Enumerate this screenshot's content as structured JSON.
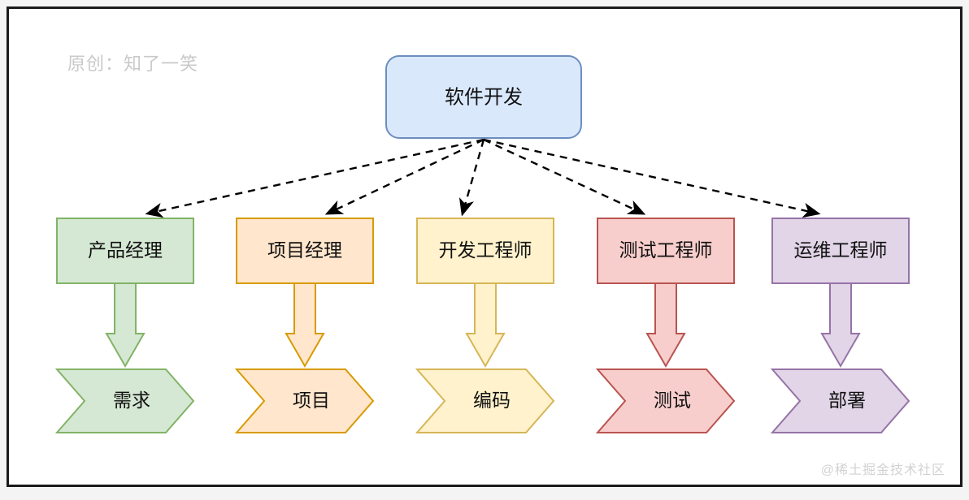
{
  "meta": {
    "watermark_top_left": "原创：知了一笑",
    "watermark_bottom_right": "@稀土掘金技术社区"
  },
  "diagram": {
    "type": "hierarchy-flow",
    "root": {
      "id": "root",
      "label": "软件开发",
      "shape": "rounded-rect",
      "fill": "#dae8fc",
      "stroke": "#6c8ebf"
    },
    "connector_style": {
      "root_to_role": "dashed-arrow",
      "dash_color": "#000000",
      "role_to_stage": "block-arrow"
    },
    "columns": [
      {
        "id": "col-product",
        "role": {
          "label": "产品经理",
          "shape": "rect",
          "fill": "#d5e8d4",
          "stroke": "#82b366"
        },
        "stage": {
          "label": "需求",
          "shape": "chevron",
          "fill": "#d5e8d4",
          "stroke": "#82b366"
        },
        "arrow": {
          "fill": "#d5e8d4",
          "stroke": "#82b366"
        }
      },
      {
        "id": "col-project",
        "role": {
          "label": "项目经理",
          "shape": "rect",
          "fill": "#ffe6cc",
          "stroke": "#d79b00"
        },
        "stage": {
          "label": "项目",
          "shape": "chevron",
          "fill": "#ffe6cc",
          "stroke": "#d79b00"
        },
        "arrow": {
          "fill": "#ffe6cc",
          "stroke": "#d79b00"
        }
      },
      {
        "id": "col-dev",
        "role": {
          "label": "开发工程师",
          "shape": "rect",
          "fill": "#fff2cc",
          "stroke": "#d6b656"
        },
        "stage": {
          "label": "编码",
          "shape": "chevron",
          "fill": "#fff2cc",
          "stroke": "#d6b656"
        },
        "arrow": {
          "fill": "#fff2cc",
          "stroke": "#d6b656"
        }
      },
      {
        "id": "col-test",
        "role": {
          "label": "测试工程师",
          "shape": "rect",
          "fill": "#f8cecc",
          "stroke": "#b85450"
        },
        "stage": {
          "label": "测试",
          "shape": "chevron",
          "fill": "#f8cecc",
          "stroke": "#b85450"
        },
        "arrow": {
          "fill": "#f8cecc",
          "stroke": "#b85450"
        }
      },
      {
        "id": "col-ops",
        "role": {
          "label": "运维工程师",
          "shape": "rect",
          "fill": "#e1d5e7",
          "stroke": "#9673a6"
        },
        "stage": {
          "label": "部署",
          "shape": "chevron",
          "fill": "#e1d5e7",
          "stroke": "#9673a6"
        },
        "arrow": {
          "fill": "#e1d5e7",
          "stroke": "#9673a6"
        }
      }
    ]
  }
}
